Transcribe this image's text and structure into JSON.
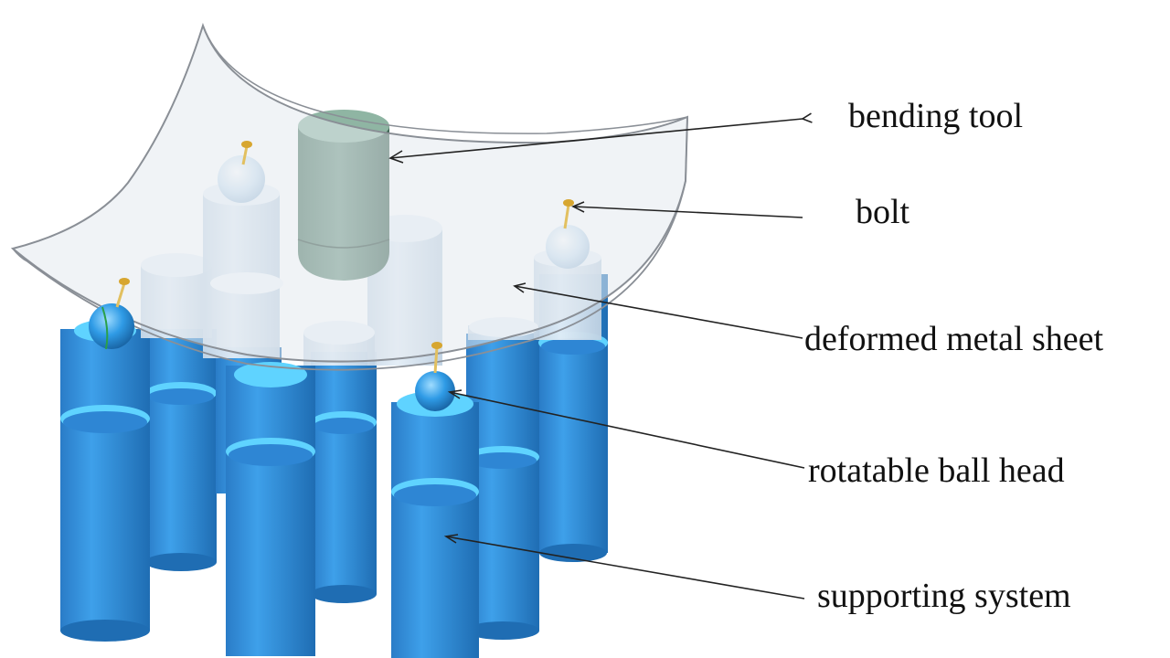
{
  "labels": {
    "bending_tool": "bending tool",
    "bolt": "bolt",
    "deformed_metal_sheet": "deformed metal sheet",
    "rotatable_ball_head": "rotatable ball head",
    "supporting_system": "supporting system"
  },
  "colors": {
    "support_blue": "#2e86d4",
    "support_light": "#3fa6ee",
    "support_dark": "#1f6fb5",
    "ring_cyan": "#5fd3ff",
    "sheet_fill": "#e9edf1",
    "sheet_edge": "#8a8f96",
    "tool_green": "#55806c",
    "tool_dark": "#3b5c4d",
    "bolt_gold": "#d7a630",
    "ball_blue": "#2f9be6",
    "leader_line": "#222222"
  }
}
